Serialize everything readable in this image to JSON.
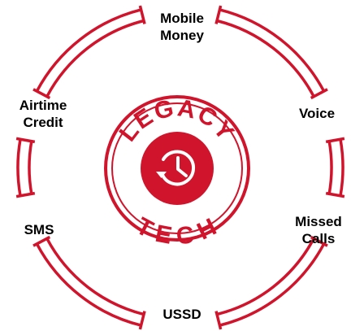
{
  "colors": {
    "accent": "#d0142c",
    "text": "#000000",
    "background": "#ffffff"
  },
  "badge": {
    "top_word": "LEGACY",
    "bottom_word": "TECH",
    "icon": "history-clock-icon"
  },
  "channels": {
    "mobile_money": {
      "line1": "Mobile",
      "line2": "Money"
    },
    "voice": {
      "line1": "Voice"
    },
    "missed_calls": {
      "line1": "Missed",
      "line2": "Calls"
    },
    "ussd": {
      "line1": "USSD"
    },
    "sms": {
      "line1": "SMS"
    },
    "airtime_credit": {
      "line1": "Airtime",
      "line2": "Credit"
    }
  }
}
